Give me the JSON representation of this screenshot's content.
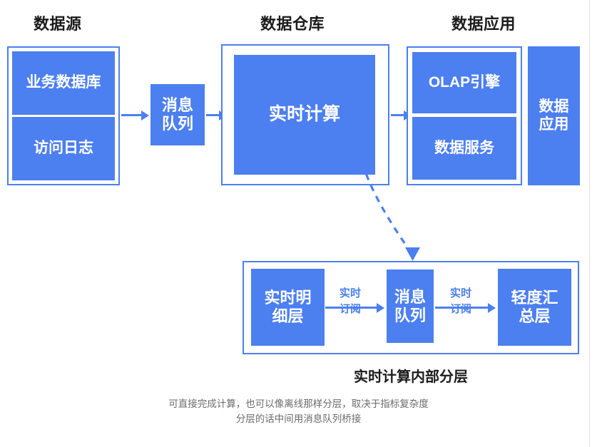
{
  "diagram": {
    "title_bottom": "实时计算内部分层",
    "note_lines": [
      "可直接完成计算，也可以像离线那样分层，取决于指标复杂度",
      "分层的话中间用消息队列桥接"
    ],
    "accent_color": "#4C7FF0",
    "text_on_accent": "#FFFFFF",
    "heading_color": "#1B1B1B",
    "note_color": "#6B6B6B"
  },
  "headers": [
    {
      "label": "数据源",
      "name": "header-data-source"
    },
    {
      "label": "数据仓库",
      "name": "header-data-warehouse"
    },
    {
      "label": "数据应用",
      "name": "header-data-application"
    }
  ],
  "source_group": {
    "boxes": [
      {
        "label": "业务数据库"
      },
      {
        "label": "访问日志"
      }
    ]
  },
  "message_queue_top": {
    "label": "消息\n队列",
    "line1": "消息",
    "line2": "队列"
  },
  "warehouse_group": {
    "box": {
      "label": "实时计算"
    }
  },
  "application_group": {
    "boxes": [
      {
        "label": "OLAP引擎"
      },
      {
        "label": "数据服务"
      }
    ]
  },
  "data_application_box": {
    "line1": "数据",
    "line2": "应用"
  },
  "inner_layers": {
    "boxes": [
      {
        "line1": "实时明",
        "line2": "细层"
      },
      {
        "line1": "消息",
        "line2": "队列"
      },
      {
        "line1": "轻度汇",
        "line2": "总层"
      }
    ],
    "arrow_labels": [
      {
        "line1": "实时",
        "line2": "订阅"
      },
      {
        "line1": "实时",
        "line2": "订阅"
      }
    ]
  }
}
